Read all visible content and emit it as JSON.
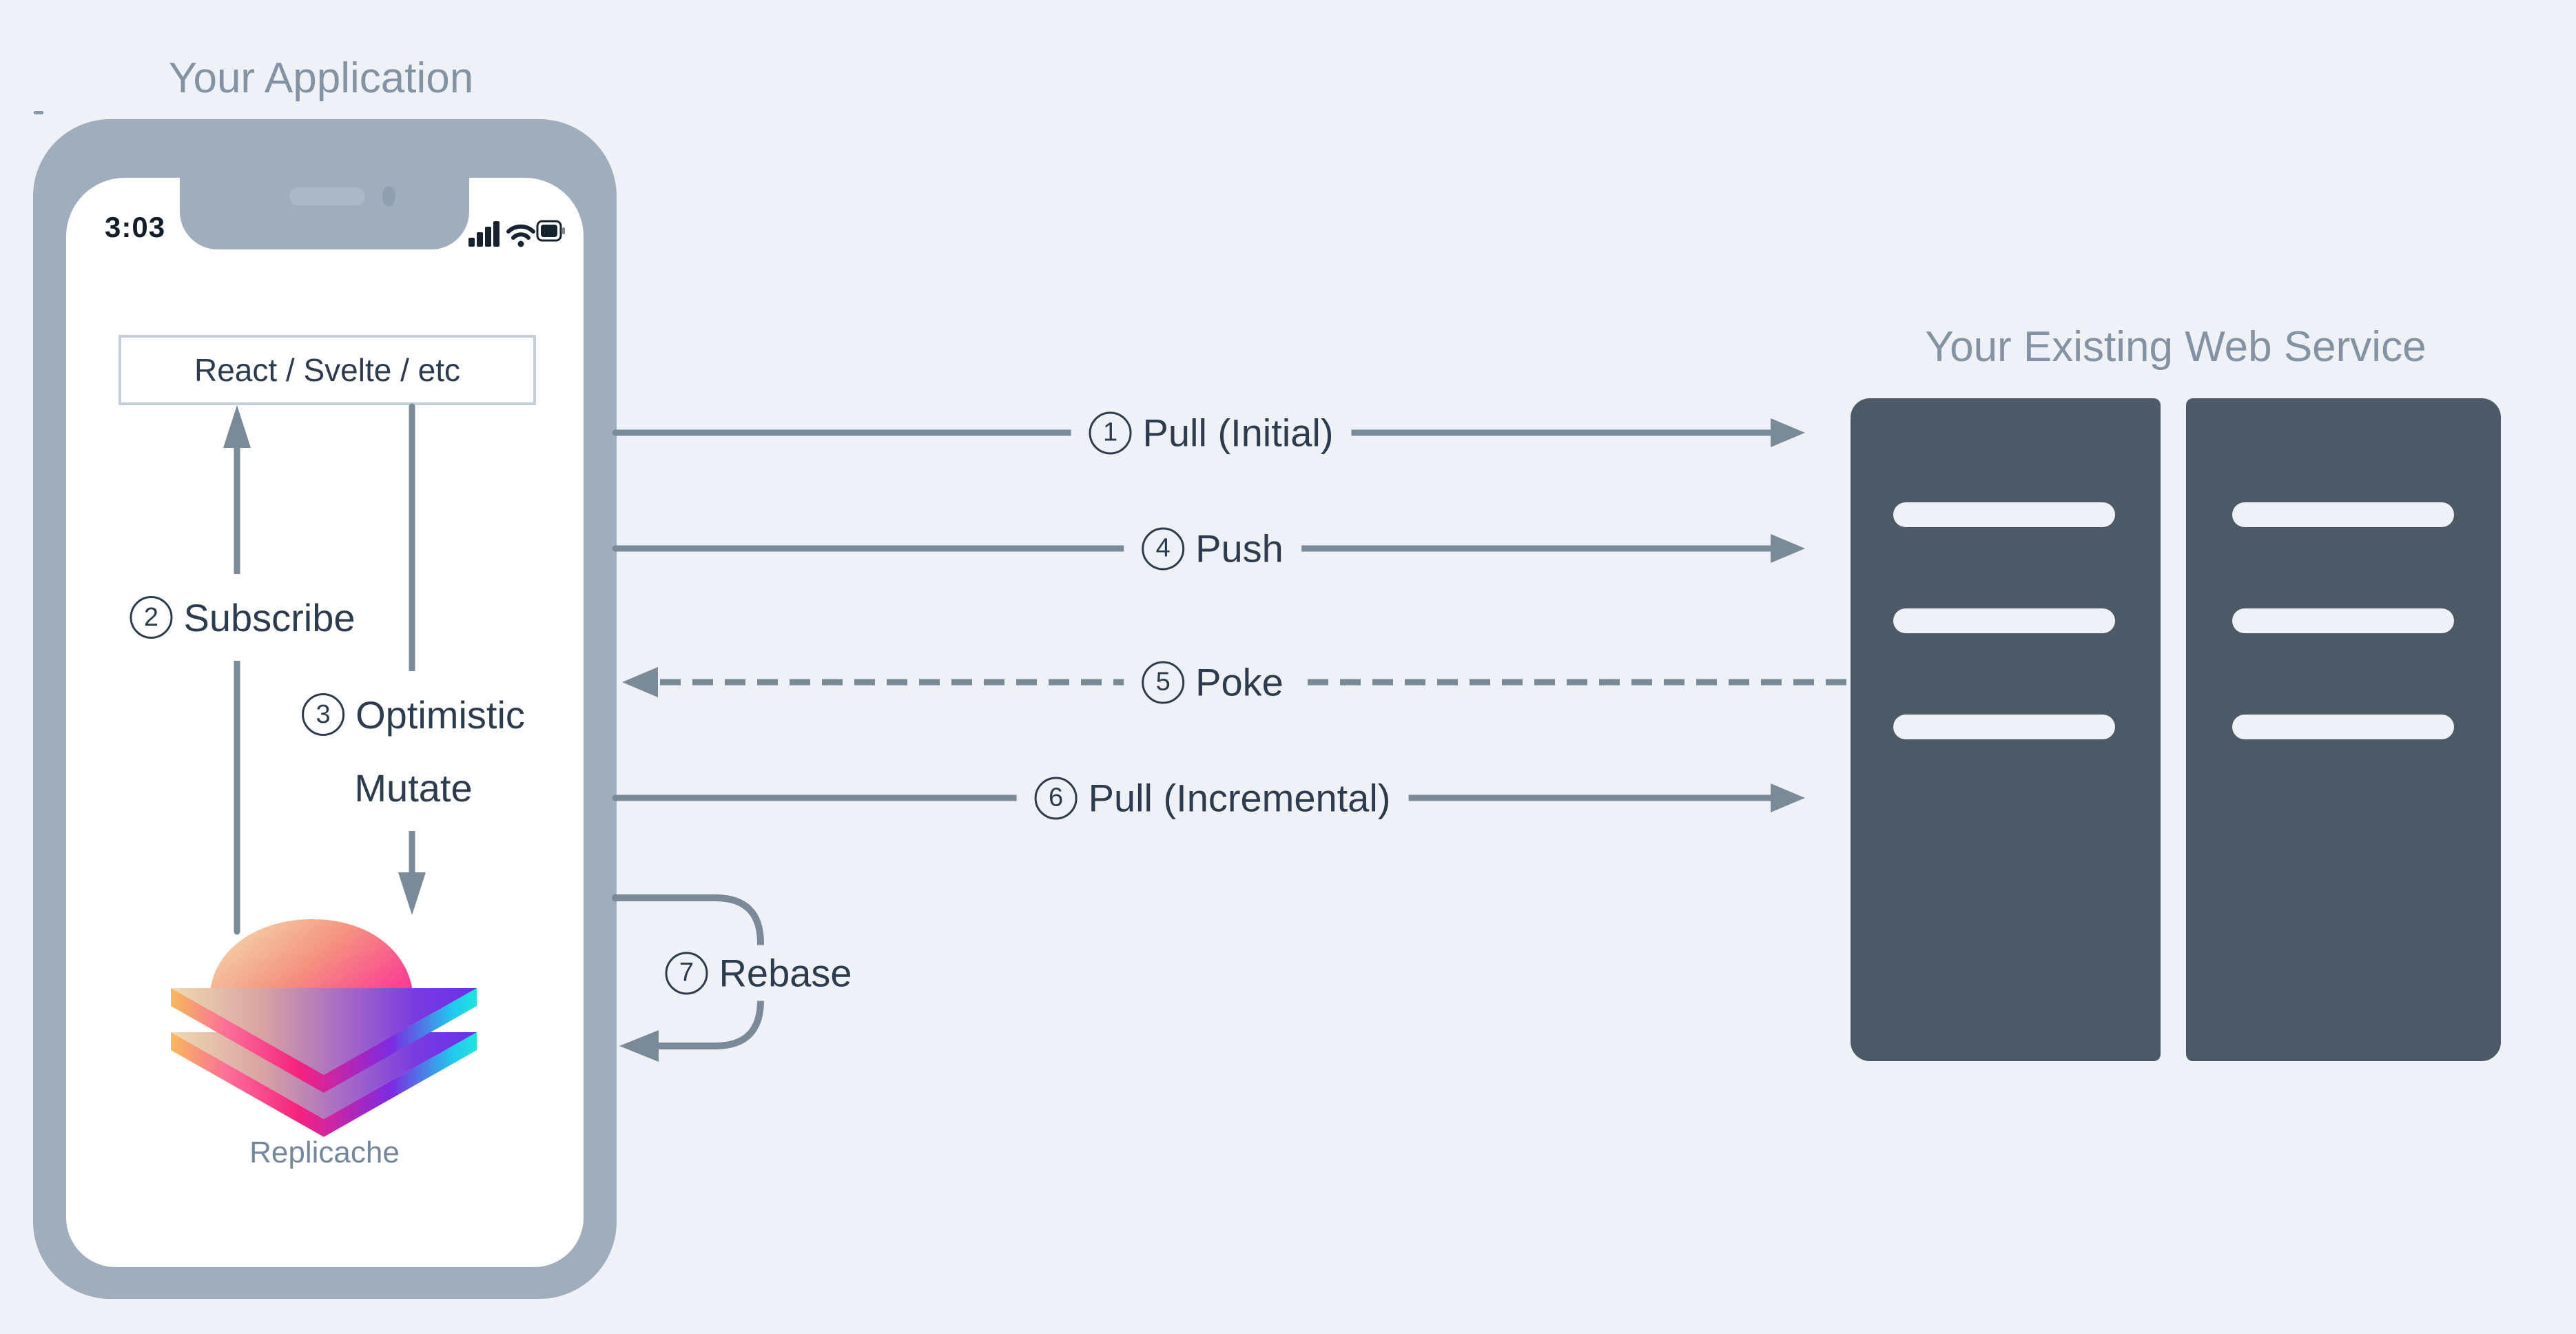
{
  "colors": {
    "background": "#eef1f5",
    "phone_frame": "#9fadbd",
    "line_gray": "#7b8a99",
    "title_gray": "#8493a4",
    "text_dark": "#2c3b4d",
    "server_fill": "#4c5a68",
    "logo_orange": "#f6c06a",
    "logo_pink": "#fb2e8e",
    "logo_purple": "#6a2bd9",
    "logo_cyan": "#1fe3e0"
  },
  "app": {
    "title": "Your Application",
    "status_bar": {
      "time": "3:03",
      "icons": [
        "signal-icon",
        "wifi-icon",
        "battery-icon"
      ]
    },
    "framework_box": "React / Svelte / etc",
    "logo_label": "Replicache"
  },
  "service": {
    "title": "Your Existing Web Service"
  },
  "flows": [
    {
      "num": "1",
      "label": "Pull (Initial)"
    },
    {
      "num": "2",
      "label": "Subscribe"
    },
    {
      "num": "3",
      "label_line1": "Optimistic",
      "label_line2": "Mutate"
    },
    {
      "num": "4",
      "label": "Push"
    },
    {
      "num": "5",
      "label": "Poke"
    },
    {
      "num": "6",
      "label": "Pull (Incremental)"
    },
    {
      "num": "7",
      "label": "Rebase"
    }
  ]
}
